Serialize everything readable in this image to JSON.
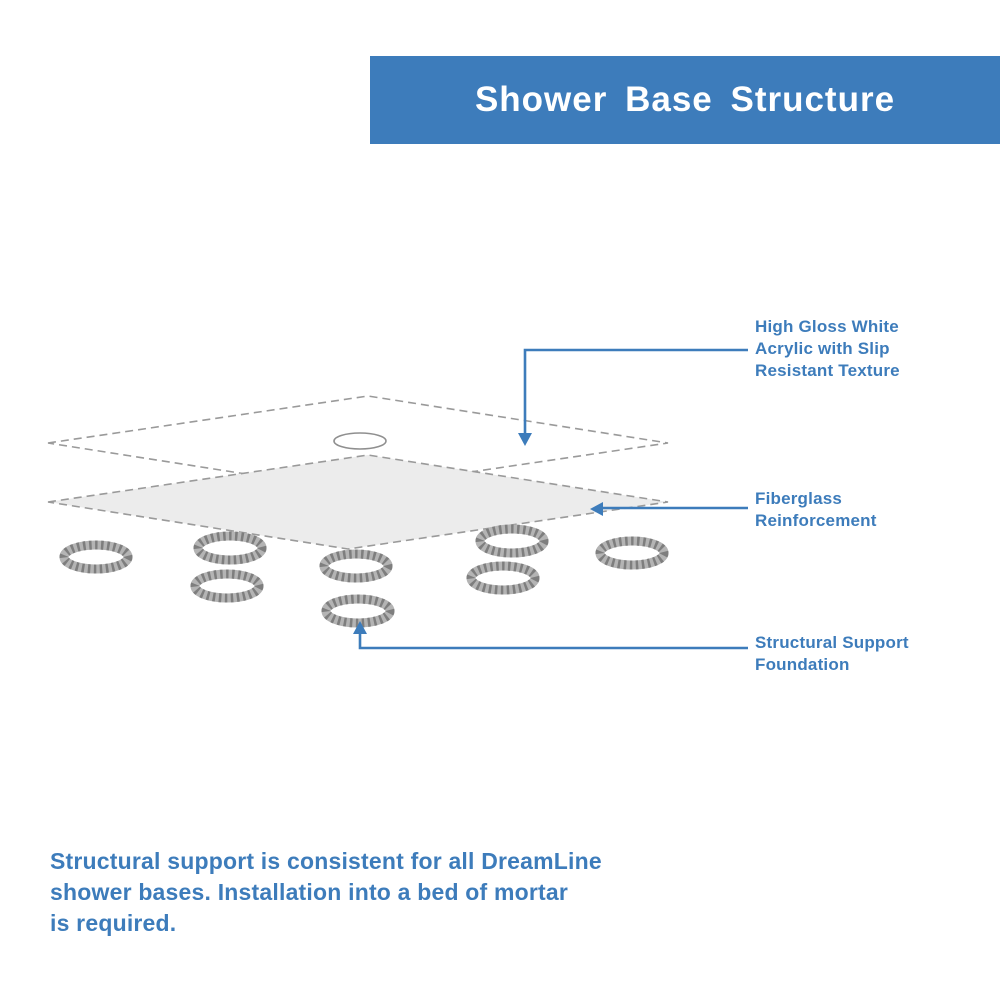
{
  "colors": {
    "accent": "#3d7cbb",
    "banner": "#3d7cbb",
    "layer_fill": "#ececec",
    "line_gray": "#9a9a9a"
  },
  "header": {
    "title": "Shower Base Structure"
  },
  "diagram": {
    "callouts": [
      {
        "id": "acrylic",
        "lines": [
          "High Gloss White",
          "Acrylic with Slip",
          "Resistant Texture"
        ]
      },
      {
        "id": "fiberglass",
        "lines": [
          "Fiberglass",
          "Reinforcement"
        ]
      },
      {
        "id": "foundation",
        "lines": [
          "Structural Support",
          "Foundation"
        ]
      }
    ],
    "support_ring_count": 8
  },
  "footer": {
    "lines": [
      "Structural support is consistent for all DreamLine",
      "shower bases. Installation into a bed of mortar",
      "is required."
    ]
  }
}
